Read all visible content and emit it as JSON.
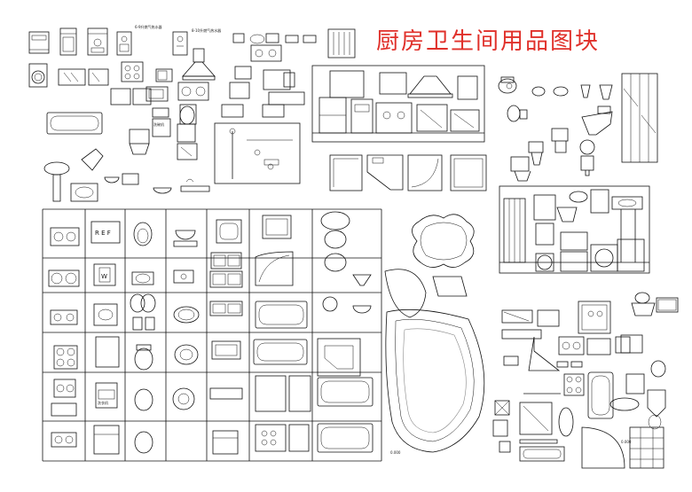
{
  "title": "厨房卫生间用品图块",
  "labels": {
    "heater_a": "6-9升燃气热水器",
    "heater_b": "8-10升燃气热水器",
    "washer": "洗碗机",
    "washer_b": "洗衣机",
    "fridge_letters": "R E F",
    "w_mark": "W",
    "dim_a": "0.000",
    "dim_b": "0.000"
  },
  "colors": {
    "title": "#e0302a",
    "line": "#111111"
  }
}
